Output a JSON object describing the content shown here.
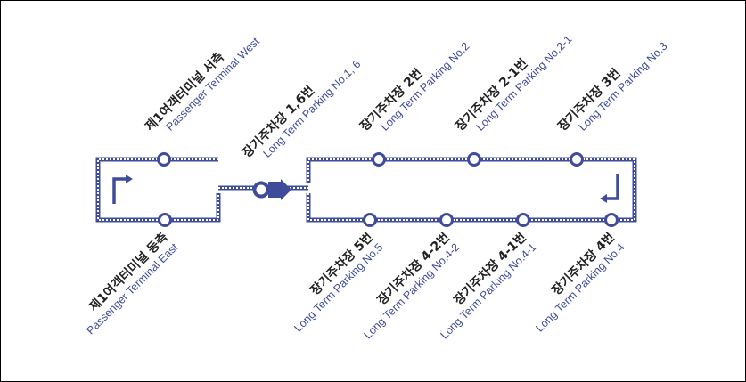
{
  "colors": {
    "route": "#3f4c9c",
    "stop_fill": "#ffffff",
    "text_korean": "#222222",
    "text_english": "#3f4c9c"
  },
  "stops": [
    {
      "id": "t1-west",
      "korean": "제1여객터미널 서측",
      "english": "Passenger Terminal West",
      "side": "top"
    },
    {
      "id": "t1-east",
      "korean": "제1여객터미널 동측",
      "english": "Passenger Terminal East",
      "side": "bottom"
    },
    {
      "id": "p1-6",
      "korean": "장기주차장 1,6번",
      "english": "Long Term Parking No.1, 6",
      "side": "top",
      "current": true
    },
    {
      "id": "p2",
      "korean": "장기주차장 2번",
      "english": "Long Term Parking No.2",
      "side": "top"
    },
    {
      "id": "p2-1",
      "korean": "장기주차장 2-1번",
      "english": "Long Term Parking No.2-1",
      "side": "top"
    },
    {
      "id": "p3",
      "korean": "장기주차장 3번",
      "english": "Long Term Parking No.3",
      "side": "top"
    },
    {
      "id": "p5",
      "korean": "장기주차장 5번",
      "english": "Long Term Parking No.5",
      "side": "bottom"
    },
    {
      "id": "p4-2",
      "korean": "장기주차장 4-2번",
      "english": "Long Term Parking No.4-2",
      "side": "bottom"
    },
    {
      "id": "p4-1",
      "korean": "장기주차장 4-1번",
      "english": "Long Term Parking No.4-1",
      "side": "bottom"
    },
    {
      "id": "p4",
      "korean": "장기주차장 4번",
      "english": "Long Term Parking No.4",
      "side": "bottom"
    }
  ],
  "icons": [
    "turn-right-arrow-icon",
    "turn-left-arrow-icon",
    "current-position-arrow-icon"
  ]
}
